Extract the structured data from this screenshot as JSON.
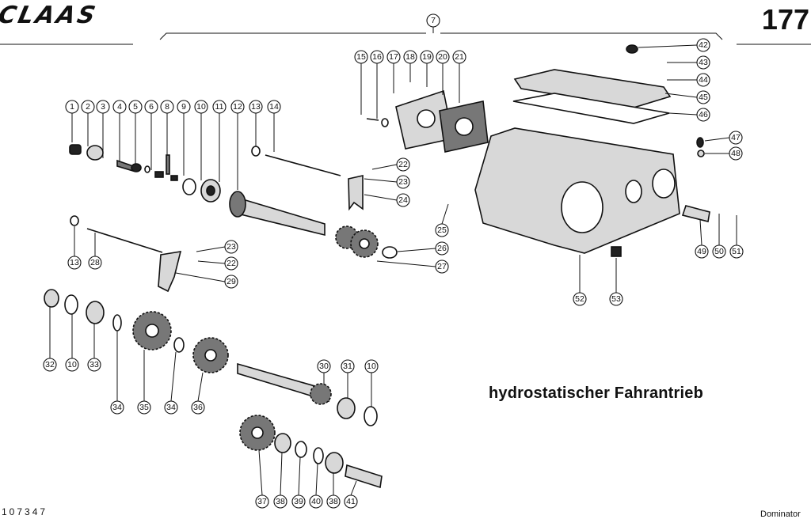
{
  "header": {
    "brand": "CLAAS",
    "page_number": "177"
  },
  "title": "hydrostatischer Fahrantrieb",
  "footer": {
    "code": "107347",
    "model": "Dominator"
  },
  "callouts": [
    "1",
    "2",
    "3",
    "4",
    "5",
    "6",
    "7",
    "8",
    "9",
    "10",
    "11",
    "12",
    "13",
    "14",
    "15",
    "16",
    "17",
    "18",
    "19",
    "20",
    "21",
    "22",
    "23",
    "24",
    "25",
    "26",
    "27",
    "28",
    "29",
    "30",
    "31",
    "32",
    "33",
    "34",
    "35",
    "36",
    "37",
    "38",
    "39",
    "40",
    "41",
    "42",
    "43",
    "44",
    "45",
    "46",
    "47",
    "48",
    "49",
    "50",
    "51",
    "52",
    "53"
  ]
}
